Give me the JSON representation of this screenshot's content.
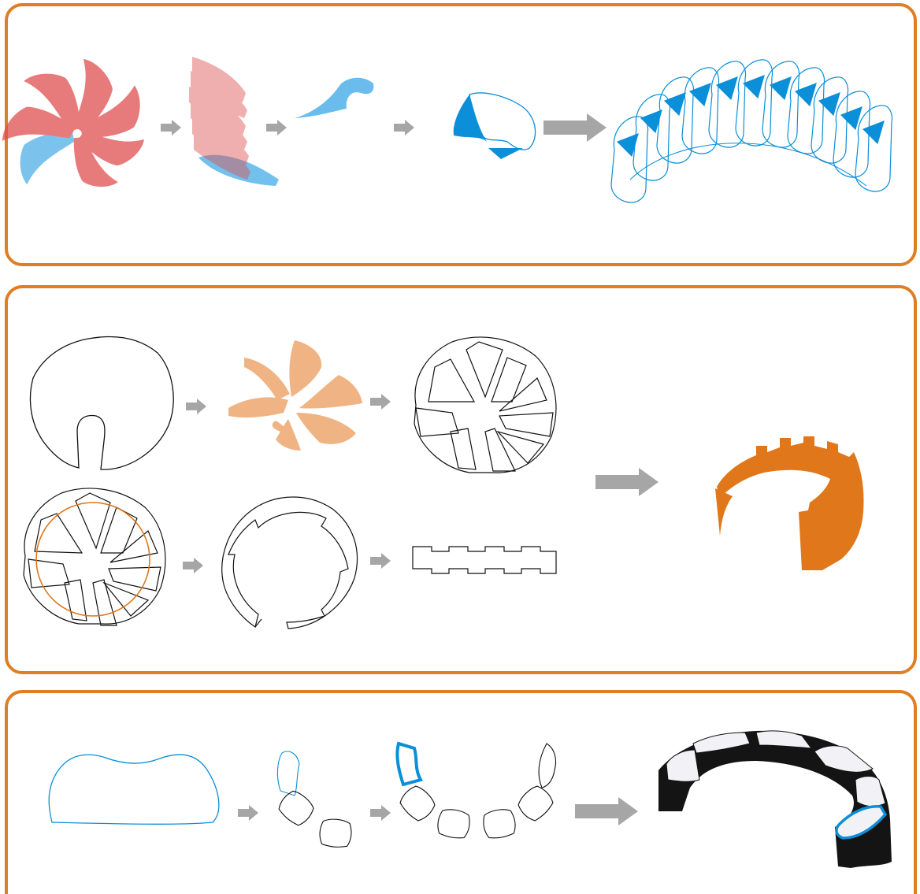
{
  "colors": {
    "panel_border": "#e07e24",
    "blade_red": "#e05050",
    "blade_blue": "#4fb0e8",
    "accent_blue": "#0a8fd8",
    "orange_fill": "#f0b07e",
    "orange_solid": "#e0771a",
    "arrow_gray": "#a6a6a6",
    "outline_black": "#111111"
  },
  "panels": [
    {
      "id": "blade-to-sweep-sequence",
      "steps": [
        "pinwheel-blades",
        "stacked-blades",
        "single-blade-profile",
        "blade-section",
        "swept-blade-array"
      ]
    },
    {
      "id": "ring-cutting-sequence",
      "steps": [
        "circular-plate",
        "orange-blades",
        "plate-with-slots",
        "guide-circle-plate",
        "cut-ring",
        "unrolled-strip",
        "curved-orange-band"
      ]
    },
    {
      "id": "segment-assembly-sequence",
      "steps": [
        "blue-profile-outline",
        "segment-chain",
        "segment-arc",
        "extruded-ring"
      ]
    }
  ]
}
